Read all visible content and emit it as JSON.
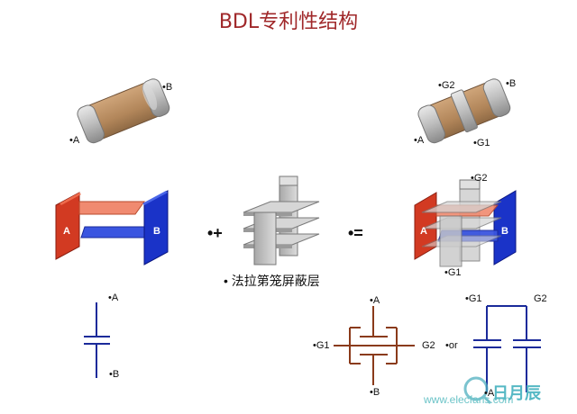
{
  "title": "BDL专利性结构",
  "labels": {
    "b_top": "•B",
    "a_top": "•A",
    "g2_top": "•G2",
    "b_top_right": "•B",
    "a_top_right": "•A",
    "g1_top_right": "•G1",
    "plate_a": "A",
    "plate_b": "B",
    "plus": "•+",
    "equals": "•=",
    "plate_a_right": "A",
    "plate_b_right": "B",
    "g2_mid": "•G2",
    "g1_mid": "•G1",
    "shield_caption": "• 法拉第笼屏蔽层",
    "sym_a": "•A",
    "sym_b": "•B",
    "sym3_a": "•A",
    "sym3_b": "•B",
    "sym3_g1": "•G1",
    "sym3_g2": "G2",
    "or": "•or",
    "sym4_g1": "•G1",
    "sym4_g2": "G2",
    "sym4_a": "•A",
    "watermark": "www.elecfans.com",
    "logo": "日月辰"
  },
  "colors": {
    "title": "#a0282a",
    "red_plate": "#d23a22",
    "blue_plate": "#1a33c8",
    "schematic_blue": "#1a2a9a",
    "schematic_brown": "#8a3a1a",
    "ceramic": "#b78a5e",
    "terminal": "#c9c9c9"
  },
  "icons": [
    "chip-capacitor-2terminal",
    "chip-capacitor-4terminal",
    "capacitor-plates",
    "faraday-shield",
    "combined-structure",
    "capacitor-symbol",
    "feedthrough-capacitor-symbol",
    "dual-capacitor-symbol",
    "watermark-logo-icon"
  ]
}
